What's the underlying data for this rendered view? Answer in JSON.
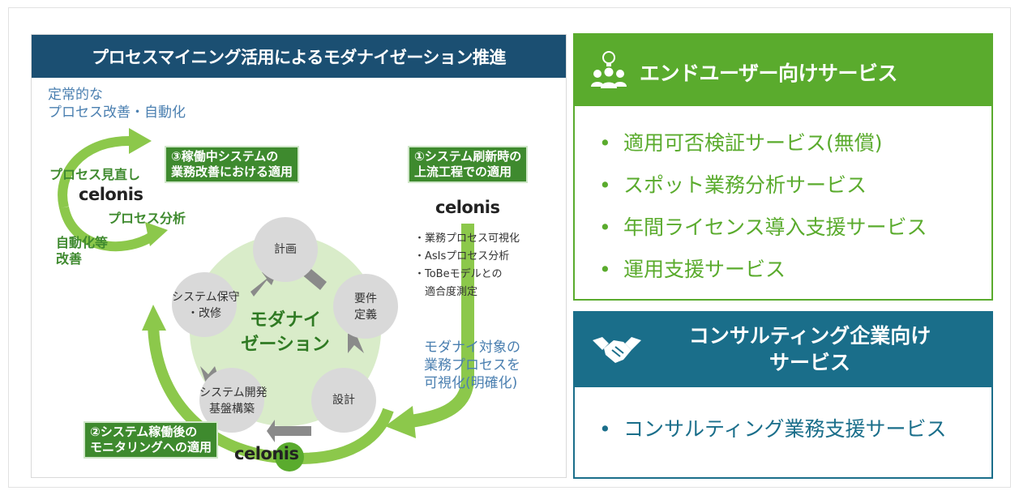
{
  "left_panel": {
    "title": "プロセスマイニング活用によるモダナイゼーション推進",
    "note_top_1": "定常的な",
    "note_top_2": "プロセス改善・自動化",
    "loop_label_review": "プロセス見直し",
    "loop_label_analysis": "プロセス分析",
    "loop_label_auto_1": "自動化等",
    "loop_label_auto_2": "改善",
    "label_3_line1": "③稼働中システムの",
    "label_3_line2": "業務改善における適用",
    "label_1_line1": "①システム刷新時の",
    "label_1_line2": "上流工程での適用",
    "label_2_line1": "②システム稼働後の",
    "label_2_line2": "モニタリングへの適用",
    "brand": "celonis",
    "center_line1": "モダナイ",
    "center_line2": "ゼーション",
    "steps": {
      "plan": "計画",
      "req_1": "要件",
      "req_2": "定義",
      "design": "設計",
      "dev_1": "システム開発",
      "dev_2": "基盤構築",
      "maint_1": "システム保守",
      "maint_2": "・改修"
    },
    "bullets": [
      "・業務プロセス可視化",
      "・AsIsプロセス分析",
      "・ToBeモデルとの",
      "　適合度測定"
    ],
    "note_right_1": "モダナイ対象の",
    "note_right_2": "業務プロセスを",
    "note_right_3": "可視化(明確化)"
  },
  "end_user": {
    "title": "エンドユーザー向けサービス",
    "icon": "users-lightbulb-icon",
    "items": [
      "適用可否検証サービス(無償)",
      "スポット業務分析サービス",
      "年間ライセンス導入支援サービス",
      "運用支援サービス"
    ],
    "bullet": "•"
  },
  "consulting": {
    "title_1": "コンサルティング企業向け",
    "title_2": "サービス",
    "icon": "handshake-icon",
    "items": [
      "コンサルティング業務支援サービス"
    ],
    "bullet": "•"
  },
  "colors": {
    "navy": "#1b4f72",
    "green": "#5aab2d",
    "dark_green": "#3e8a2e",
    "teal": "#1a6e8a",
    "light_green_arrow": "#8cc84b"
  }
}
